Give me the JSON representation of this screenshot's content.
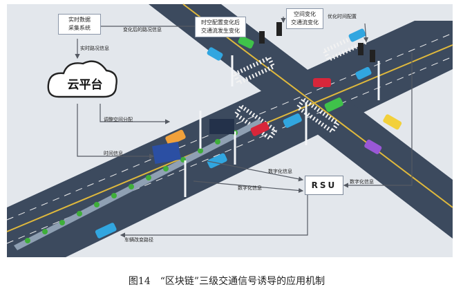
{
  "boxes": {
    "realtime_system": "实时数据\n采集系统",
    "cloud_platform": "云平台",
    "config_change": "时空配置变化后\n交通流发生变化",
    "spacetime_change": "空间变化\n交通流变化",
    "rsu": "RSU"
  },
  "labels": {
    "changed_route": "变化后的路况信息",
    "realtime_road": "实时路况信息",
    "optimize_time": "优化时间配置",
    "schedule_space": "调整空间分配",
    "time_info": "时间信息",
    "digital_info_1": "数字化信息",
    "digital_info_2": "数字化信息",
    "digital_info_3": "数字化信息",
    "vehicle_route": "车辆改变路径"
  },
  "caption": {
    "figure_no": "图14",
    "title": "“区块链”三级交通信号诱导的应用机制"
  },
  "colors": {
    "road": "#3c4a5e",
    "ground": "#e3e7ec",
    "lane_line": "#f0f0f0",
    "center_line": "#e0b93c",
    "tree": "#3fae3a",
    "arrow": "#555a63"
  }
}
